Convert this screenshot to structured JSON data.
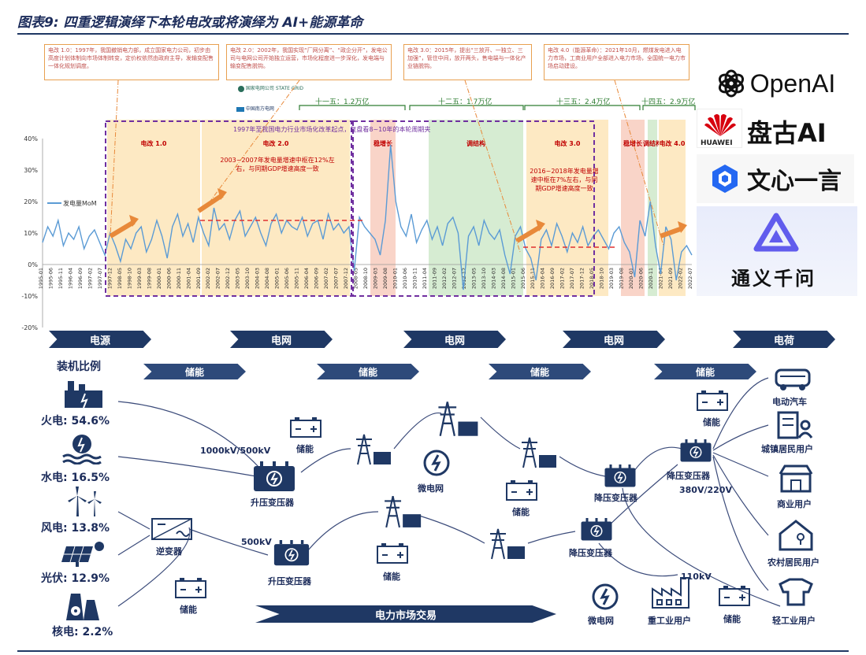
{
  "title": "图表9:  四重逻辑演绎下本轮电改或将演绎为 AI+能源革命",
  "notes": {
    "reform1": "电改 1.0：1997年，我国撤销电力部，成立国家电力公司，初步由高度计划体制向市场体制转变，定价权依然由政府主导，发输变配售一体化规划调度。",
    "reform2": "电改 2.0：2002年，我国实现“厂网分离”、“政企分开”，发电公司与电网公司开始独立运营，市场化程度进一步深化，发电端与输变配售脱钩。",
    "reform3": "电改 3.0：2015年，提出“三放开、一独立、三加强”，管住中间，放开两头，售电端与一体化产业链脱钩。",
    "reform4": "电改 4.0（能源革命）：2021年10月，燃煤发电进入电力市场，工商业用户全部进入电力市场，全国统一电力市场启动建设。"
  },
  "plan_labels": {
    "p11": "十一五：1.2万亿",
    "p12": "十二五：1.7万亿",
    "p13": "十三五：2.4万亿",
    "p14": "十四五：2.9万亿"
  },
  "grid_logos": {
    "sgcc": "国家电网公司 STATE GRID",
    "csg": "中国南方电网"
  },
  "ai_logos": {
    "openai": "OpenAI",
    "pangu": "盘古AI",
    "huawei": "HUAWEI",
    "wenxin": "文心一言",
    "tongyi": "通义千问"
  },
  "chart_data": {
    "type": "line",
    "legend": "发电量MoM",
    "ylim": [
      -20,
      40
    ],
    "yticks": [
      "40%",
      "30%",
      "20%",
      "10%",
      "0%",
      "-10%",
      "-20%"
    ],
    "xticks": [
      "1995-01",
      "1995-06",
      "1995-11",
      "1996-04",
      "1996-09",
      "1997-02",
      "1997-07",
      "1997-12",
      "1998-05",
      "1998-10",
      "1999-03",
      "1999-08",
      "2000-01",
      "2000-06",
      "2000-11",
      "2001-04",
      "2001-09",
      "2002-02",
      "2002-07",
      "2002-12",
      "2003-05",
      "2003-10",
      "2004-03",
      "2004-08",
      "2005-01",
      "2005-06",
      "2005-11",
      "2006-04",
      "2006-09",
      "2007-02",
      "2007-07",
      "2007-12",
      "2008-05",
      "2008-10",
      "2009-03",
      "2009-08",
      "2010-01",
      "2010-06",
      "2010-11",
      "2011-04",
      "2011-09",
      "2012-02",
      "2012-07",
      "2012-12",
      "2013-05",
      "2013-10",
      "2014-03",
      "2014-08",
      "2015-01",
      "2015-06",
      "2015-11",
      "2016-04",
      "2016-09",
      "2017-02",
      "2017-07",
      "2017-12",
      "2018-05",
      "2018-10",
      "2019-03",
      "2019-08",
      "2020-01",
      "2020-06",
      "2020-11",
      "2021-04",
      "2021-09",
      "2022-02",
      "2022-07"
    ],
    "values": [
      7,
      12,
      9,
      14,
      6,
      10,
      8,
      12,
      5,
      9,
      11,
      7,
      3,
      10,
      6,
      1,
      8,
      5,
      10,
      12,
      4,
      8,
      14,
      9,
      2,
      12,
      16,
      9,
      13,
      7,
      15,
      10,
      6,
      18,
      11,
      13,
      8,
      14,
      17,
      9,
      12,
      15,
      10,
      6,
      13,
      16,
      10,
      14,
      12,
      11,
      15,
      9,
      13,
      14,
      8,
      16,
      11,
      13,
      10,
      12,
      -2,
      15,
      12,
      10,
      8,
      3,
      14,
      38,
      20,
      12,
      9,
      16,
      7,
      11,
      14,
      8,
      12,
      6,
      13,
      15,
      10,
      -8,
      9,
      12,
      6,
      14,
      10,
      8,
      11,
      3,
      -3,
      9,
      12,
      5,
      2,
      -5,
      8,
      11,
      6,
      13,
      9,
      4,
      10,
      7,
      12,
      6,
      9,
      11,
      8,
      5,
      10,
      12,
      7,
      4,
      -4,
      14,
      9,
      20,
      6,
      -3,
      12,
      8,
      -5,
      4,
      6,
      3
    ],
    "periods": [
      {
        "label": "电改 1.0",
        "color": "#fde9c3"
      },
      {
        "label": "电改 2.0",
        "color": "#fde9c3"
      },
      {
        "label": "稳增长",
        "color": "#f9d4c8"
      },
      {
        "label": "调结构",
        "color": "#d6ecd2"
      },
      {
        "label": "电改 3.0",
        "color": "#fde9c3"
      },
      {
        "label": "稳增长",
        "color": "#f9d4c8"
      },
      {
        "label": "调结构",
        "color": "#d6ecd2"
      },
      {
        "label": "电改 4.0",
        "color": "#fde9c3"
      }
    ],
    "annotations": {
      "a1": "2003~2007年发电量增速中枢在12%左右，与同期GDP增速高度一致",
      "a2": "2016~2018年发电量增速中枢在7%左右，与同期GDP增速高度一致",
      "a3": "1997年至我国电力行业市场化改革起点，复盘看8~10年的本轮周期夹"
    }
  },
  "flow": {
    "top": [
      "电源",
      "电网",
      "电网",
      "电网",
      "电荷"
    ],
    "storage_chevs": [
      "储能",
      "储能",
      "储能",
      "储能"
    ],
    "bottom": "电力市场交易",
    "mix_title": "装机比例",
    "mix": [
      {
        "name": "火电",
        "value": "54.6%"
      },
      {
        "name": "水电",
        "value": "16.5%"
      },
      {
        "name": "风电",
        "value": "13.8%"
      },
      {
        "name": "光伏",
        "value": "12.9%"
      },
      {
        "name": "核电",
        "value": "2.2%"
      }
    ],
    "labels": {
      "uhv": "1000kV/500kV",
      "kv500": "500kV",
      "kv110": "110kV",
      "kv380": "380V/220V",
      "step_up1": "升压变压器",
      "step_up2": "升压变压器",
      "step_down1": "降压变压器",
      "step_down2": "降压变压器",
      "step_down3": "降压变压器",
      "inverter": "逆变器",
      "microgrid1": "微电网",
      "microgrid2": "微电网",
      "storage1": "储能",
      "storage2": "储能",
      "storage3": "储能",
      "storage4": "储能",
      "storage5": "储能",
      "storage6": "储能",
      "heavy": "重工业用户",
      "light": "轻工业用户",
      "ev": "电动汽车",
      "urban": "城镇居民用户",
      "commercial": "商业用户",
      "rural": "农村居民用户"
    }
  },
  "colors": {
    "navy": "#1f3864",
    "orange": "#e8893a",
    "purple": "#7030a0",
    "line": "#5b9bd5",
    "red": "#e03030"
  }
}
